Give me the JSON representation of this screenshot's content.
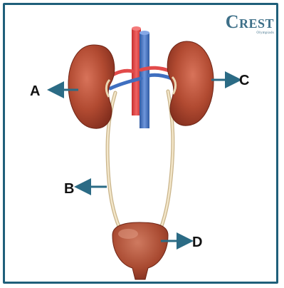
{
  "logo": {
    "text_c": "C",
    "text_rest": "REST",
    "tagline": "Olympiads"
  },
  "labels": {
    "A": "A",
    "B": "B",
    "C": "C",
    "D": "D"
  },
  "colors": {
    "frame": "#1f5f7a",
    "arrow": "#2b6b85",
    "kidney": "#a8402a",
    "artery": "#e24a4a",
    "vein": "#3f6fc0",
    "ureter": "#e9d7b3",
    "bladder": "#a14a33"
  }
}
